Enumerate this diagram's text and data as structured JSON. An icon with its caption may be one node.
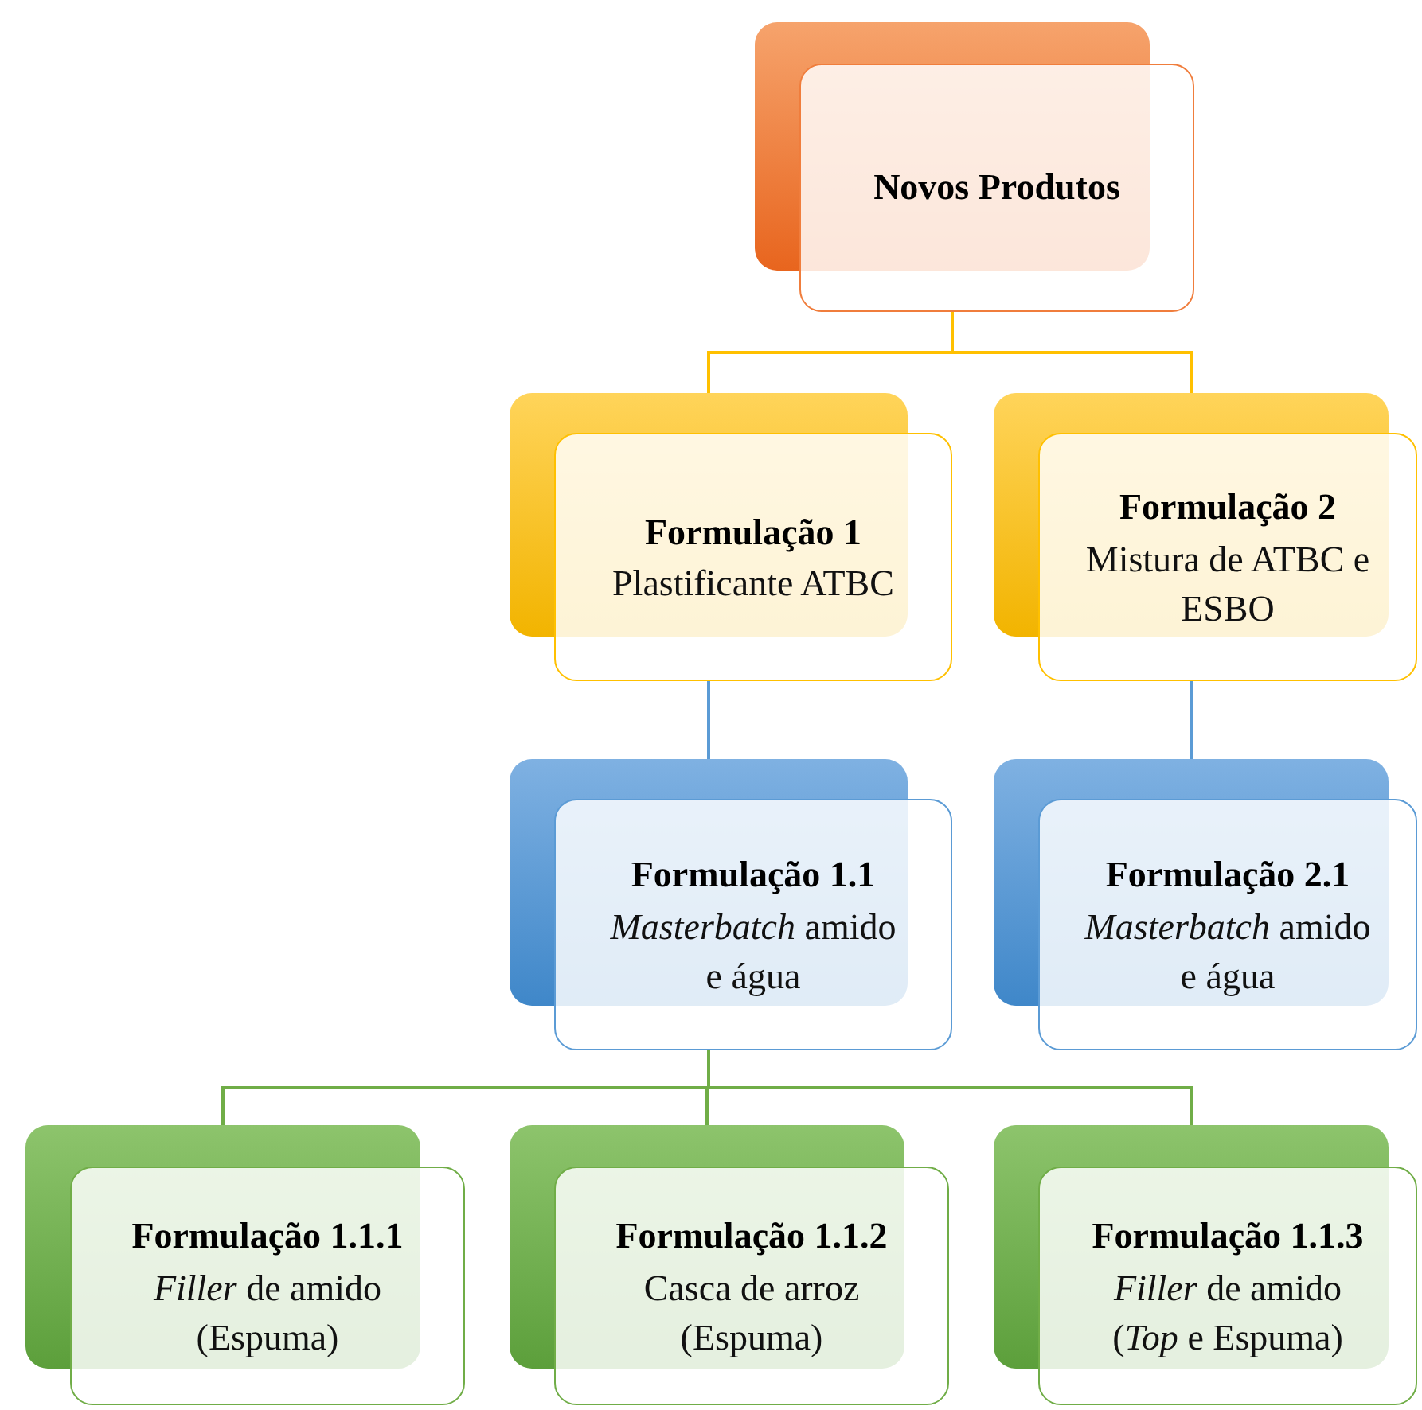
{
  "diagram": {
    "nodes": [
      {
        "text": [
          "Novos Produtos"
        ]
      },
      {
        "text": [
          "Formulação 1",
          "Plastificante ATBC"
        ]
      },
      {
        "text": [
          "Formulação 2",
          "Mistura de ATBC e ESBO"
        ]
      },
      {
        "text": [
          "Formulação 1.1",
          "*Masterbatch* amido e água"
        ]
      },
      {
        "text": [
          "Formulação 2.1",
          "*Masterbatch* amido e água"
        ]
      },
      {
        "text": [
          "Formulação 1.1.1",
          "*Filler* de amido (Espuma)"
        ]
      },
      {
        "text": [
          "Formulação 1.1.2",
          "Casca de arroz (Espuma)"
        ]
      },
      {
        "text": [
          "Formulação 1.1.3",
          "*Filler* de amido (*Top* e Espuma)"
        ]
      }
    ],
    "edges": [
      {
        "from": 0,
        "to": 1,
        "arrow": "none",
        "color": "#ffc000"
      },
      {
        "from": 0,
        "to": 2,
        "arrow": "none",
        "color": "#ffc000"
      },
      {
        "from": 1,
        "to": 3,
        "arrow": "none",
        "color": "#5b9bd5"
      },
      {
        "from": 2,
        "to": 4,
        "arrow": "none",
        "color": "#5b9bd5"
      },
      {
        "from": 3,
        "to": 5,
        "arrow": "none"
      },
      {
        "from": 3,
        "to": 6,
        "arrow": "none"
      },
      {
        "from": 3,
        "to": 7,
        "arrow": "none"
      }
    ]
  }
}
